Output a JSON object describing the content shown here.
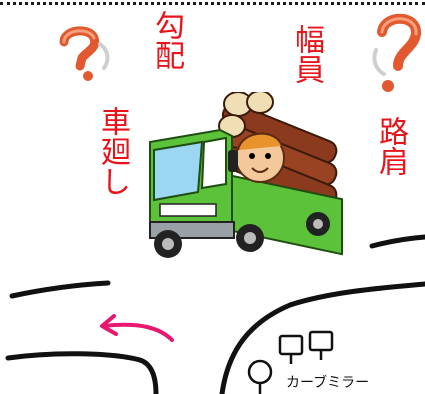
{
  "labels": {
    "slope": "勾配",
    "width": "幅員",
    "turnaround": "車廻し",
    "shoulder": "路肩"
  },
  "map": {
    "mirror_label": "カーブミラー"
  },
  "icons": {
    "question_marks": "question-mark-icon",
    "truck": "log-truck-illustration",
    "arrow": "arrow-left-icon"
  },
  "colors": {
    "label_red": "#e8141b",
    "arrow_pink": "#e8176f",
    "truck_green": "#5cc23a",
    "log_brown": "#8b3a1e"
  }
}
